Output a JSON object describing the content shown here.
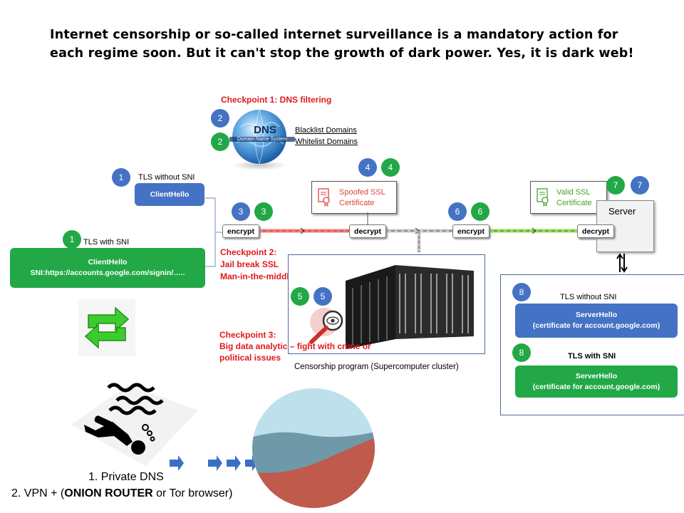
{
  "headline": "Internet censorship or so-called internet surveillance is a mandatory action for each regime soon. But it can't stop the growth of dark power. Yes, it is dark web!",
  "checkpoints": {
    "c1": "Checkpoint 1: DNS filtering",
    "c2_l1": "Checkpoint 2:",
    "c2_l2": "Jail break SSL",
    "c2_l3": "Man-in-the-middle",
    "c3_l1": "Checkpoint 3:",
    "c3_l2": "Big data analytic – fight with crime or",
    "c3_l3": "political issues"
  },
  "dns": {
    "logo_text": "DNS",
    "logo_sub": "Domain Name System",
    "blacklist": "Blacklist Domains",
    "whitelist": "Whitelist Domains"
  },
  "steps": {
    "s1": "1",
    "s2": "2",
    "s3": "3",
    "s4": "4",
    "s5": "5",
    "s6": "6",
    "s7": "7",
    "s8": "8"
  },
  "client": {
    "tls_without_sni": "TLS without SNI",
    "client_hello": "ClientHello",
    "tls_with_sni": "TLS with SNI",
    "client_hello_sni_l1": "ClientHello",
    "client_hello_sni_l2": "SNI:https://accounts.google.com/signin/….."
  },
  "pipeline": {
    "encrypt": "encrypt",
    "decrypt": "decrypt"
  },
  "certs": {
    "spoofed_l1": "Spoofed SSL",
    "spoofed_l2": "Certificate",
    "valid_l1": "Valid SSL",
    "valid_l2": "Certificate"
  },
  "server": {
    "label": "Server",
    "tls_without_sni": "TLS without SNI",
    "tls_with_sni": "TLS with SNI",
    "hello_l1": "ServerHello",
    "hello_l2": "(certificate for account.google.com)"
  },
  "censorship_caption": "Censorship program (Supercomputer cluster)",
  "bypass": {
    "item1": "1. Private DNS",
    "item2_prefix": "2. VPN + (",
    "item2_bold": "ONION ROUTER",
    "item2_suffix": " or Tor browser)"
  },
  "colors": {
    "blue": "#4472c4",
    "green": "#22a847",
    "red": "#e0191b"
  }
}
